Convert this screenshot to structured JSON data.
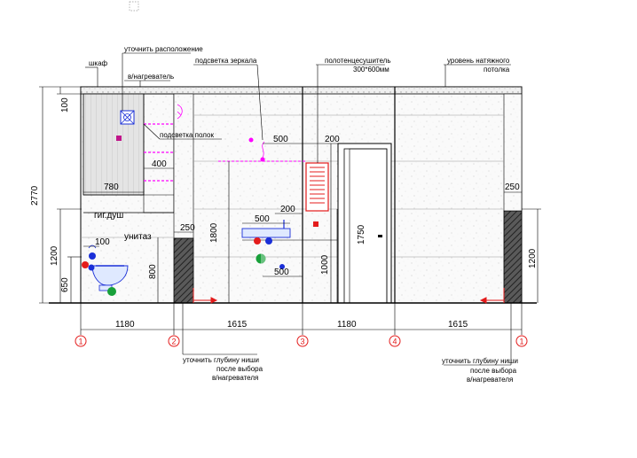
{
  "labels": {
    "cabinet": "шкаф",
    "clarify_location": "уточнить расположение",
    "water_heater": "в/нагреватель",
    "mirror_light": "подсветка зеркала",
    "shelf_light": "подсветка полок",
    "towel_dryer": "полотенцесушитель",
    "towel_dryer_size": "300*600мм",
    "ceiling_level_1": "уровень натяжного",
    "ceiling_level_2": "потолка",
    "hyg_shower": "гиг.душ",
    "toilet": "унитаз",
    "niche_left_1": "уточнить глубину ниши",
    "niche_left_2": "после выбора",
    "niche_left_3": "в/нагревателя",
    "niche_right_1": "уточнить глубину ниши",
    "niche_right_2": "после выбора",
    "niche_right_3": "в/нагревателя"
  },
  "dimensions": {
    "total_height": "2770",
    "top_band": "100",
    "h_1200_left": "1200",
    "h_650": "650",
    "h_800": "800",
    "h_1800": "1800",
    "h_1000": "1000",
    "h_1750": "1750",
    "h_1200_right": "1200",
    "w_780": "780",
    "w_400": "400",
    "w_100": "100",
    "w_250_left": "250",
    "w_500_mirror": "500",
    "w_200_top": "200",
    "w_500_sink": "500",
    "w_200_mid": "200",
    "w_500_low": "500",
    "w_250_right": "250",
    "bot_1180_a": "1180",
    "bot_1615_a": "1615",
    "bot_1180_b": "1180",
    "bot_1615_b": "1615"
  },
  "axes": [
    "1",
    "2",
    "3",
    "4",
    "1"
  ],
  "colors": {
    "axis": "#e31b1b",
    "light": "#ff00ff",
    "hot": "#e41c1c",
    "cold": "#1a2fd8",
    "drain": "#18a03a",
    "wall": "#000000"
  }
}
